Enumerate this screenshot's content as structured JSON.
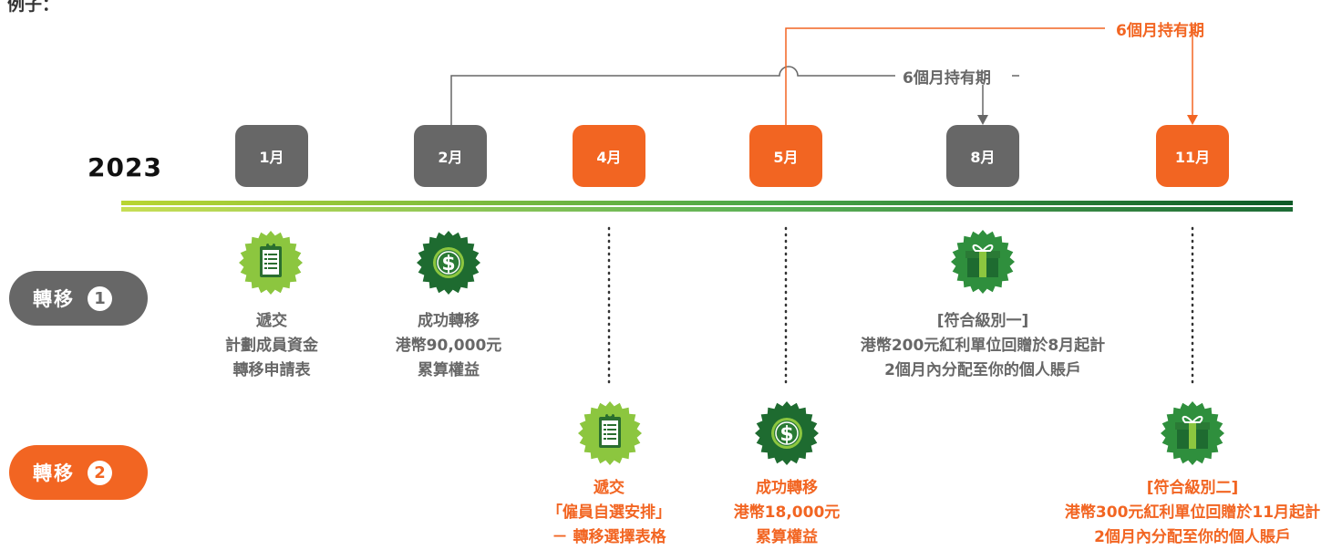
{
  "heading": "例子：",
  "year": "2023",
  "months": {
    "m1": "1月",
    "m2": "2月",
    "m4": "4月",
    "m5": "5月",
    "m8": "8月",
    "m11": "11月"
  },
  "transfer1": {
    "label": "轉移",
    "number": "1"
  },
  "transfer2": {
    "label": "轉移",
    "number": "2"
  },
  "holding_period": {
    "gray": "6個月持有期",
    "orange": "6個月持有期"
  },
  "events": {
    "submit1": [
      "遞交",
      "計劃成員資金",
      "轉移申請表"
    ],
    "success1": [
      "成功轉移",
      "港幣90,000元",
      "累算權益"
    ],
    "bonus1": [
      "[符合級別一]",
      "港幣200元紅利單位回贈於8月起計",
      "2個月內分配至你的個人賬戶"
    ],
    "submit2": [
      "遞交",
      "「僱員自選安排」",
      "－ 轉移選擇表格"
    ],
    "success2": [
      "成功轉移",
      "港幣18,000元",
      "累算權益"
    ],
    "bonus2": [
      "[符合級別二]",
      "港幣300元紅利單位回贈於11月起計",
      "2個月內分配至你的個人賬戶"
    ]
  },
  "icons": {
    "form": "clipboard-form-icon",
    "money": "dollar-coin-icon",
    "gift": "gift-box-icon"
  },
  "colors": {
    "gray": "#676767",
    "orange": "#f26522",
    "light_green": "#8cc63f",
    "dark_green": "#1e6b30"
  }
}
